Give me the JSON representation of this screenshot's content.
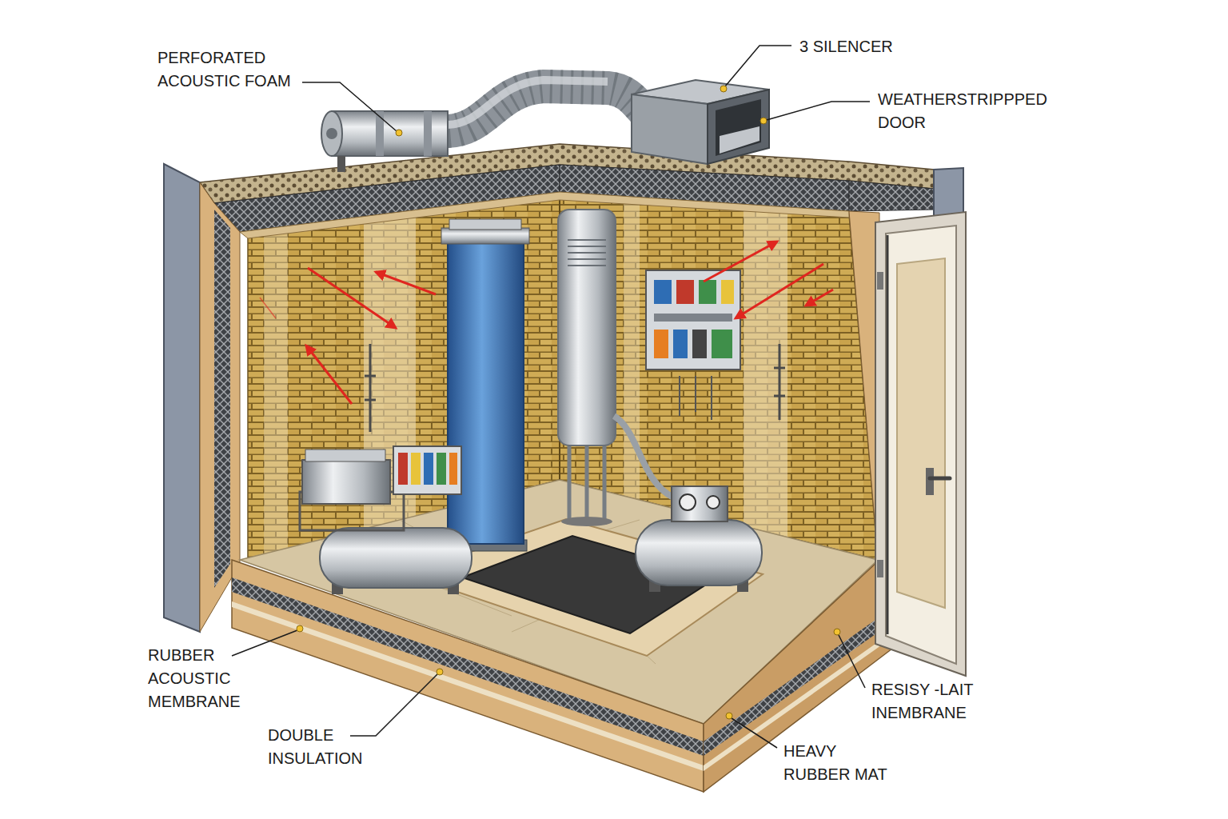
{
  "diagram": {
    "labels": [
      "PERFORATED ACOUSTIC FOAM",
      "3 SILENCER",
      "WEATHERSTRIPPPED DOOR",
      "RUBBER ACOUSTIC MEMBRANE",
      "RESISY -LAIT INEMBRANE",
      "DOUBLE INSULATION",
      "HEAVY RUBBER MAT"
    ]
  }
}
